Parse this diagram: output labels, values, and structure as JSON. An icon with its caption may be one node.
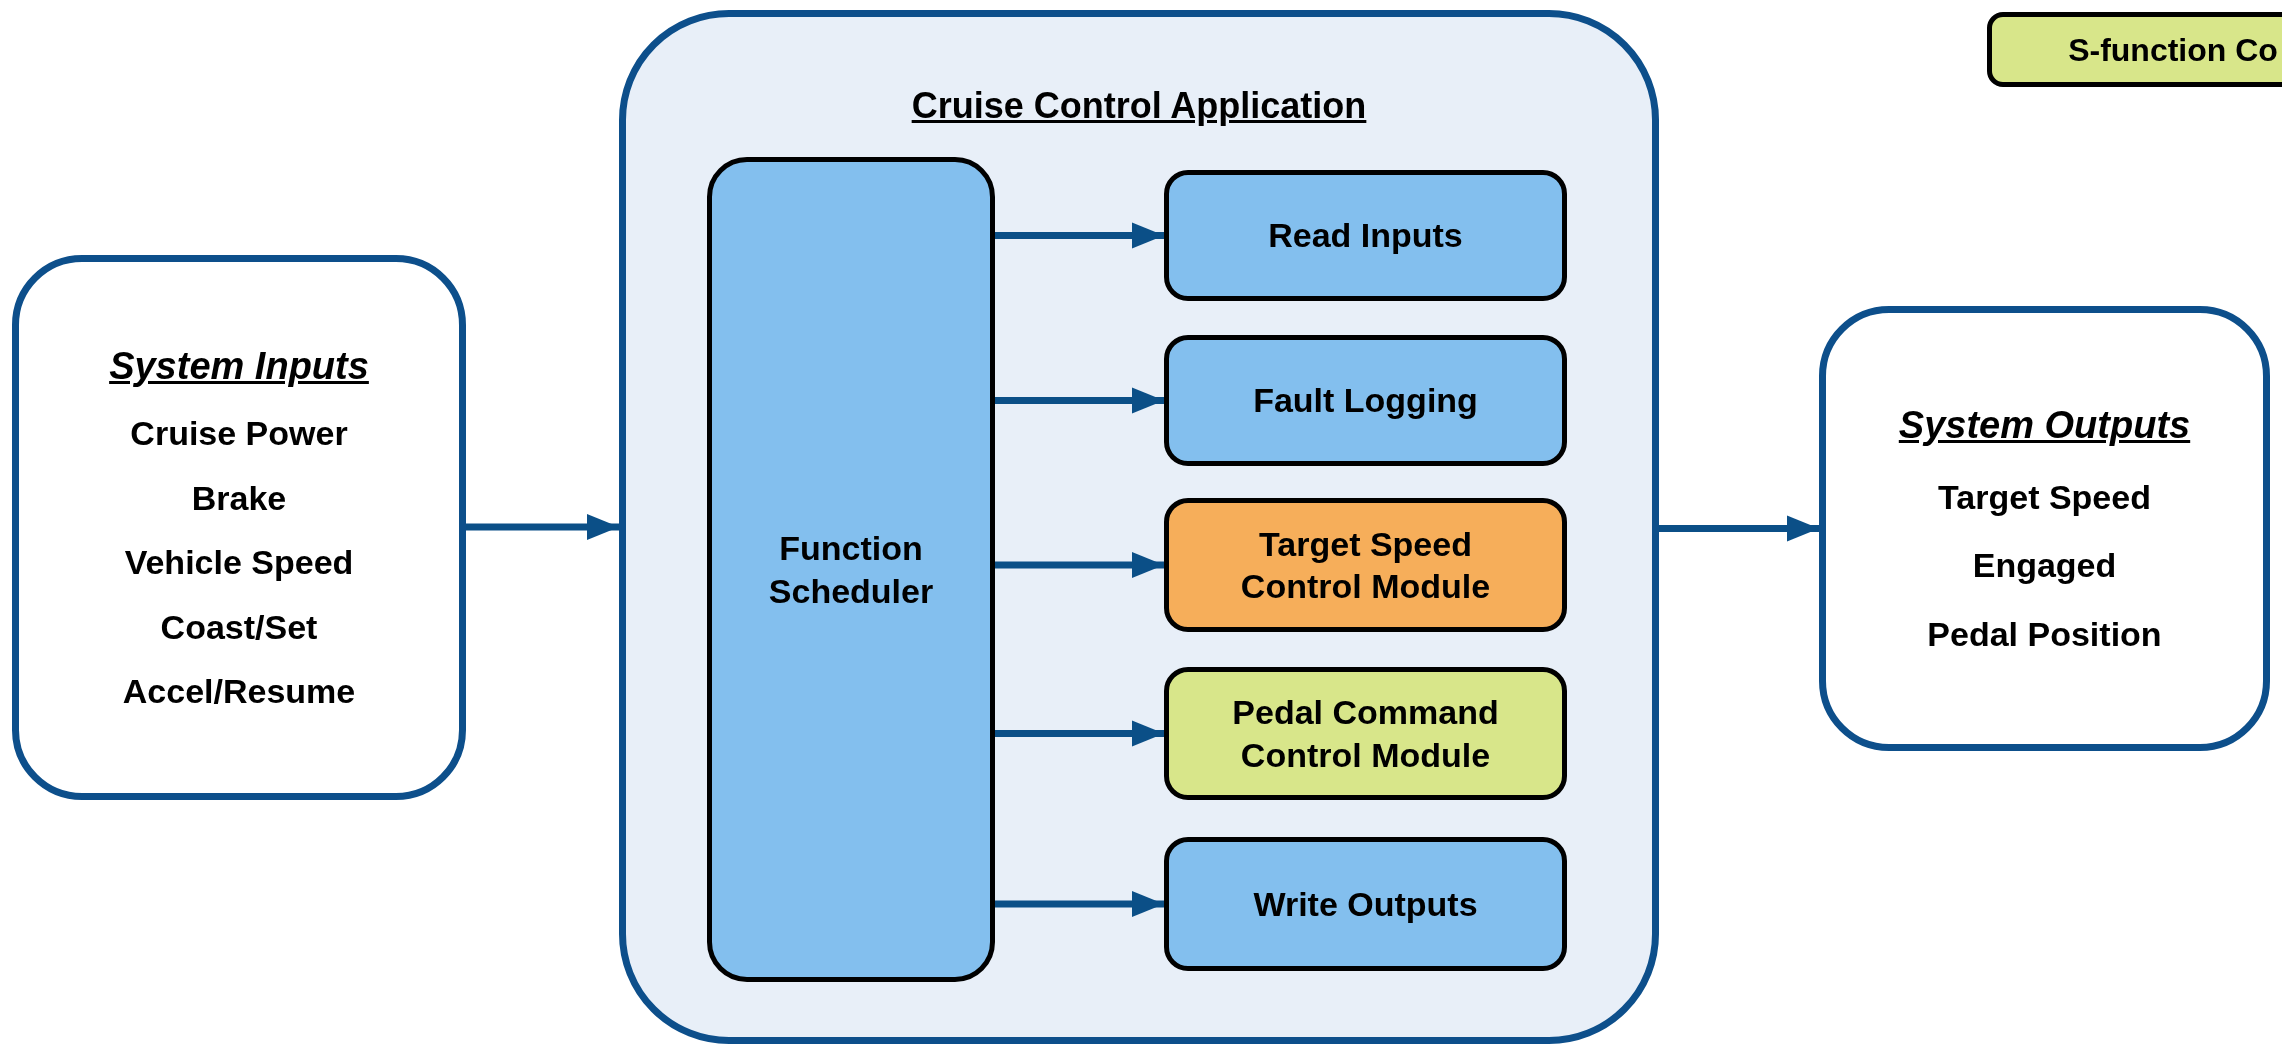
{
  "diagram": {
    "nodes": [
      {
        "text": [
          "System Inputs",
          "Cruise Power",
          "Brake",
          "Vehicle Speed",
          "Coast/Set",
          "Accel/Resume"
        ]
      },
      {
        "text": [
          "Cruise Control Application"
        ]
      },
      {
        "text": [
          "Function Scheduler"
        ],
        "in": 1
      },
      {
        "text": [
          "Read Inputs"
        ],
        "in": 1
      },
      {
        "text": [
          "Fault Logging"
        ],
        "in": 1
      },
      {
        "text": [
          "Target Speed Control Module"
        ],
        "in": 1
      },
      {
        "text": [
          "Pedal Command Control Module"
        ],
        "in": 1
      },
      {
        "text": [
          "Write Outputs"
        ],
        "in": 1
      },
      {
        "text": [
          "System Outputs",
          "Target Speed",
          "Engaged",
          "Pedal Position"
        ]
      },
      {
        "text": [
          "S-function Co"
        ]
      }
    ],
    "edges": [
      {
        "from": 0,
        "to": 1,
        "arrow": "to"
      },
      {
        "from": 2,
        "to": 3,
        "arrow": "to"
      },
      {
        "from": 2,
        "to": 4,
        "arrow": "to"
      },
      {
        "from": 2,
        "to": 5,
        "arrow": "to"
      },
      {
        "from": 2,
        "to": 6,
        "arrow": "to"
      },
      {
        "from": 2,
        "to": 7,
        "arrow": "to"
      },
      {
        "from": 1,
        "to": 8,
        "arrow": "to"
      }
    ]
  }
}
